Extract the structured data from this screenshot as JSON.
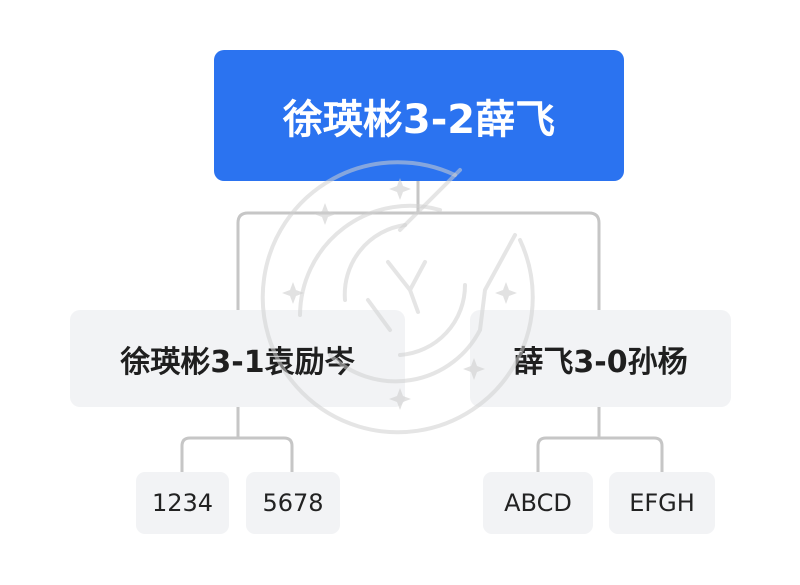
{
  "diagram": {
    "type": "tree",
    "colors": {
      "root_bg": "#2b73f0",
      "node_bg": "#f2f3f5",
      "connector": "#c6c6c6",
      "watermark": "#d0d0d0"
    },
    "root": {
      "label": "徐瑛彬3-2薛飞",
      "children": [
        {
          "label": "徐瑛彬3-1袁励岑",
          "children": [
            {
              "label": "1234"
            },
            {
              "label": "5678"
            }
          ]
        },
        {
          "label": "薛飞3-0孙杨",
          "children": [
            {
              "label": "ABCD"
            },
            {
              "label": "EFGH"
            }
          ]
        }
      ]
    }
  }
}
